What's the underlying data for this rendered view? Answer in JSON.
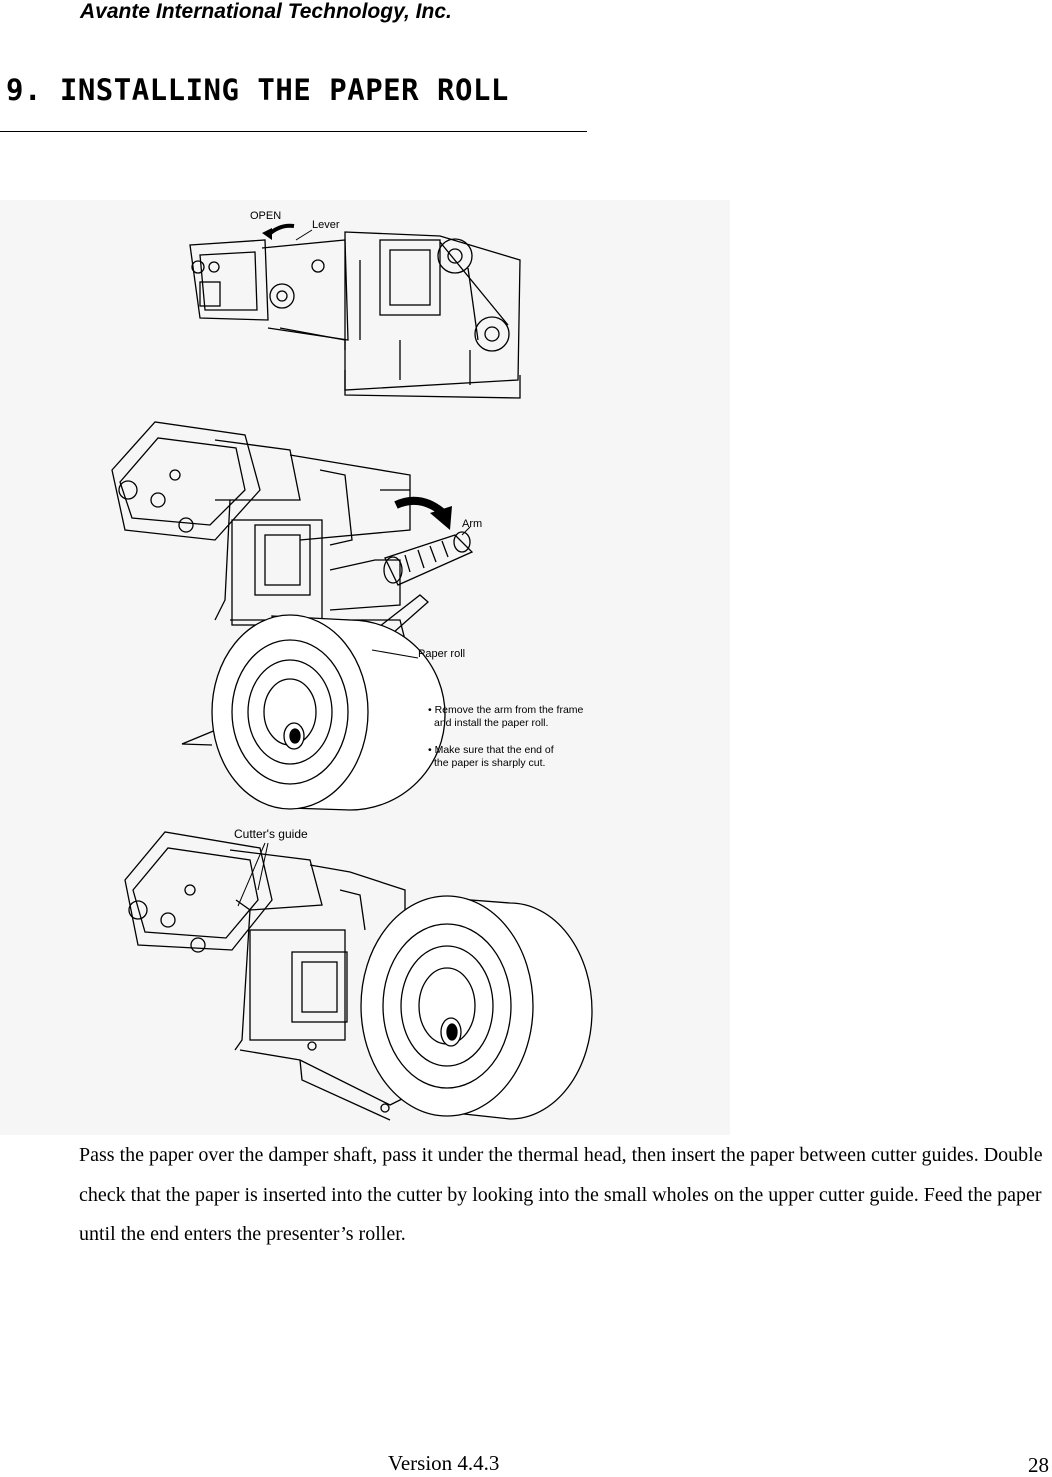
{
  "header": {
    "company": "Avante International Technology, Inc."
  },
  "section": {
    "title": "9. INSTALLING THE PAPER ROLL"
  },
  "figure": {
    "labels": {
      "open": "OPEN",
      "lever": "Lever",
      "arm": "Arm",
      "paper_roll": "Paper roll",
      "cutters_guide": "Cutter's guide"
    },
    "notes": [
      [
        "• Remove the arm from the frame",
        "and install the paper roll."
      ],
      [
        "• Make sure that the end of",
        "the paper is sharply cut."
      ]
    ]
  },
  "body": {
    "paragraph": "Pass the paper over the damper shaft, pass it under the thermal head, then insert the paper between cutter guides. Double check that the paper is inserted into the cutter by looking into the small wholes on the upper cutter guide. Feed the paper until the end enters the presenter’s roller."
  },
  "footer": {
    "version": "Version 4.4.3",
    "page_number": "28"
  },
  "colors": {
    "text": "#000000",
    "background": "#ffffff",
    "figure_background": "#f6f6f6"
  }
}
